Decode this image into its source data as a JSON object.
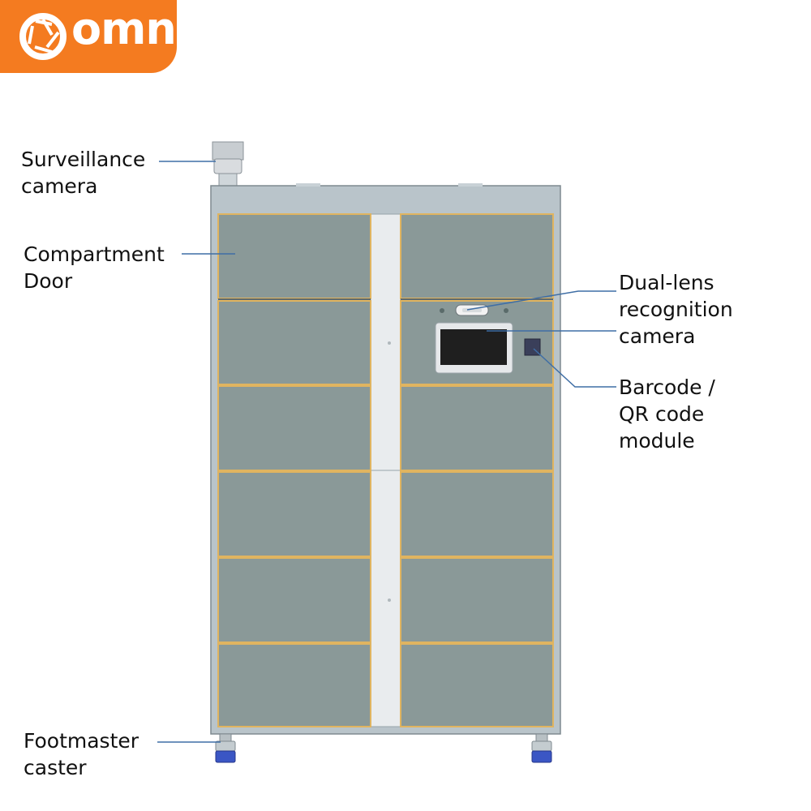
{
  "brand": {
    "name": "omni",
    "color": "#f47b20"
  },
  "labels": {
    "surveillance_camera": "Surveillance\ncamera",
    "compartment_door": "Compartment\nDoor",
    "dual_lens_camera": "Dual-lens\nrecognition\ncamera",
    "barcode_module": "Barcode /\nQR code\nmodule",
    "footmaster_caster": "Footmaster\ncaster"
  },
  "colors": {
    "cabinet_frame": "#b9c4ca",
    "door": "#8a9998",
    "door_trim": "#e0b460",
    "leader_line": "#3f6ea5",
    "screen": "#1f1f1f"
  }
}
